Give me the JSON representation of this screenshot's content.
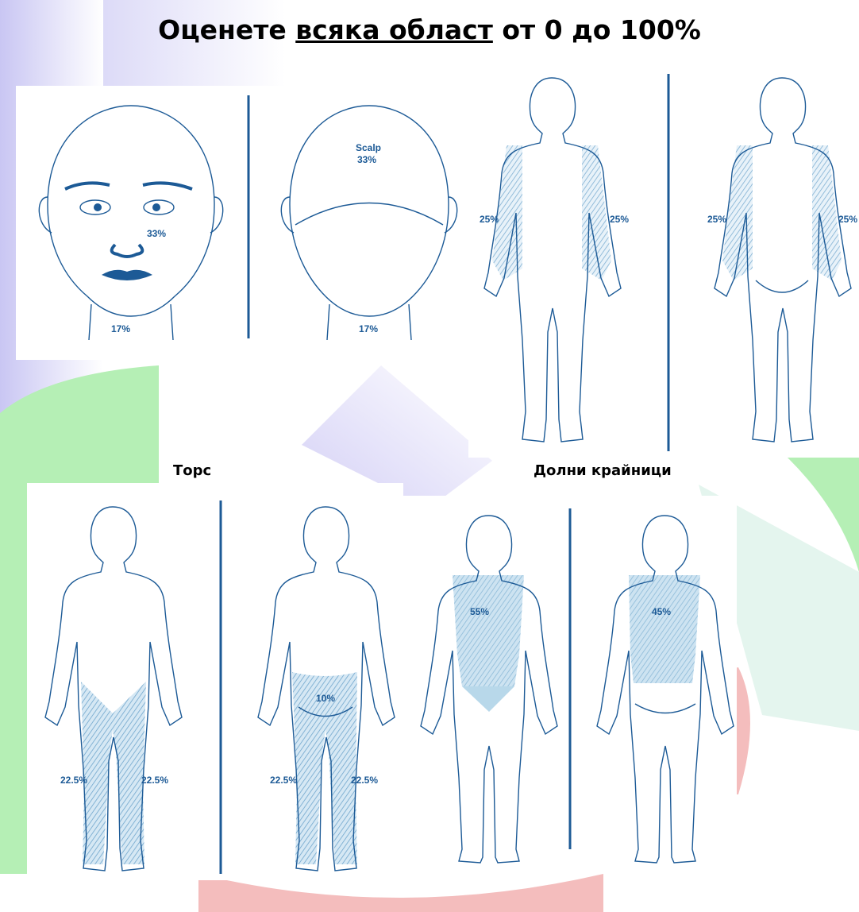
{
  "title": {
    "part1": "Оценете ",
    "underlined": "всяка област",
    "part2": " от 0 до 100%"
  },
  "labels": {
    "torso": "Торс",
    "lower_limbs": "Долни крайници"
  },
  "head_panel": {
    "face_cheek": "33%",
    "face_neck": "17%",
    "scalp_label": "Scalp",
    "scalp_pct": "33%",
    "back_neck": "17%"
  },
  "arms_panel": {
    "front_left": "25%",
    "front_right": "25%",
    "back_left": "25%",
    "back_right": "25%"
  },
  "legs_panel": {
    "front_left": "22.5%",
    "front_right": "22.5%",
    "back_buttock": "10%",
    "back_left": "22.5%",
    "back_right": "22.5%"
  },
  "torso_panel": {
    "front": "55%",
    "back": "45%"
  },
  "colors": {
    "line": "#1c5a96",
    "fill": "#b8d8ea"
  }
}
